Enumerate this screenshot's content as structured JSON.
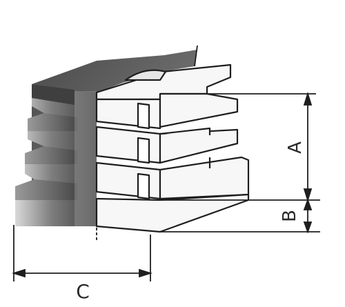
{
  "labels": {
    "a": "A",
    "b": "B",
    "c": "C"
  },
  "colors": {
    "ink": "#1e1e1e",
    "face": "#f7f7f7",
    "shade_dark": "#3a3a3a",
    "shade_mid": "#8a8a8a",
    "shade_light": "#d6d6d6"
  }
}
